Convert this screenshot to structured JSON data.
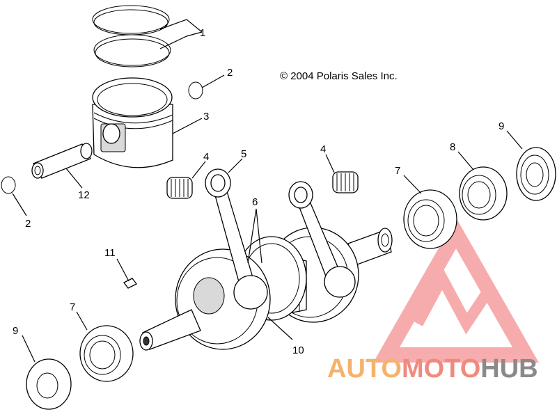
{
  "copyright": "© 2004 Polaris Sales Inc.",
  "callouts": [
    "1",
    "2",
    "3",
    "4",
    "5",
    "4",
    "6",
    "7",
    "8",
    "9",
    "12",
    "2",
    "11",
    "7",
    "9",
    "10"
  ],
  "watermark": {
    "part1": "AUTO",
    "part2": "MOTO",
    "part3": "HUB",
    "color_auto": "#f5b26b",
    "color_moto": "#f08a7e",
    "color_hub": "#8a8a8a",
    "color_logo": "#f06a6a"
  }
}
